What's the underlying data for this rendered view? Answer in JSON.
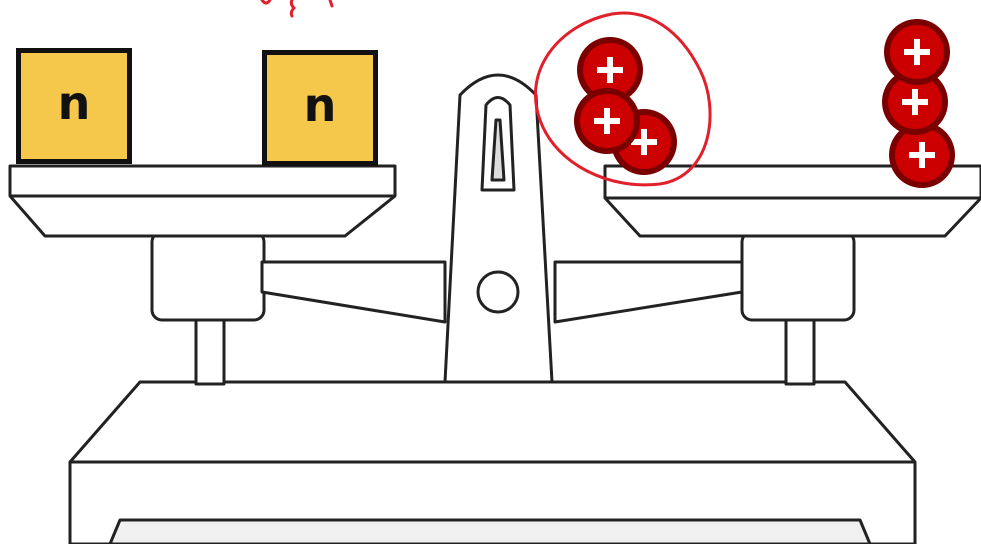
{
  "colors": {
    "neutron_fill": "#f5c84c",
    "proton_fill": "#cc0000",
    "proton_ring": "#7a0000",
    "annotation": "#e0202a",
    "outline": "#222222"
  },
  "left_pan": {
    "neutrons": [
      {
        "label": "n"
      },
      {
        "label": "n"
      }
    ]
  },
  "right_pan": {
    "circled_group": {
      "proton_count": 3,
      "proton_symbol": "+"
    },
    "stack_group": {
      "proton_count": 3,
      "proton_symbol": "+"
    }
  }
}
